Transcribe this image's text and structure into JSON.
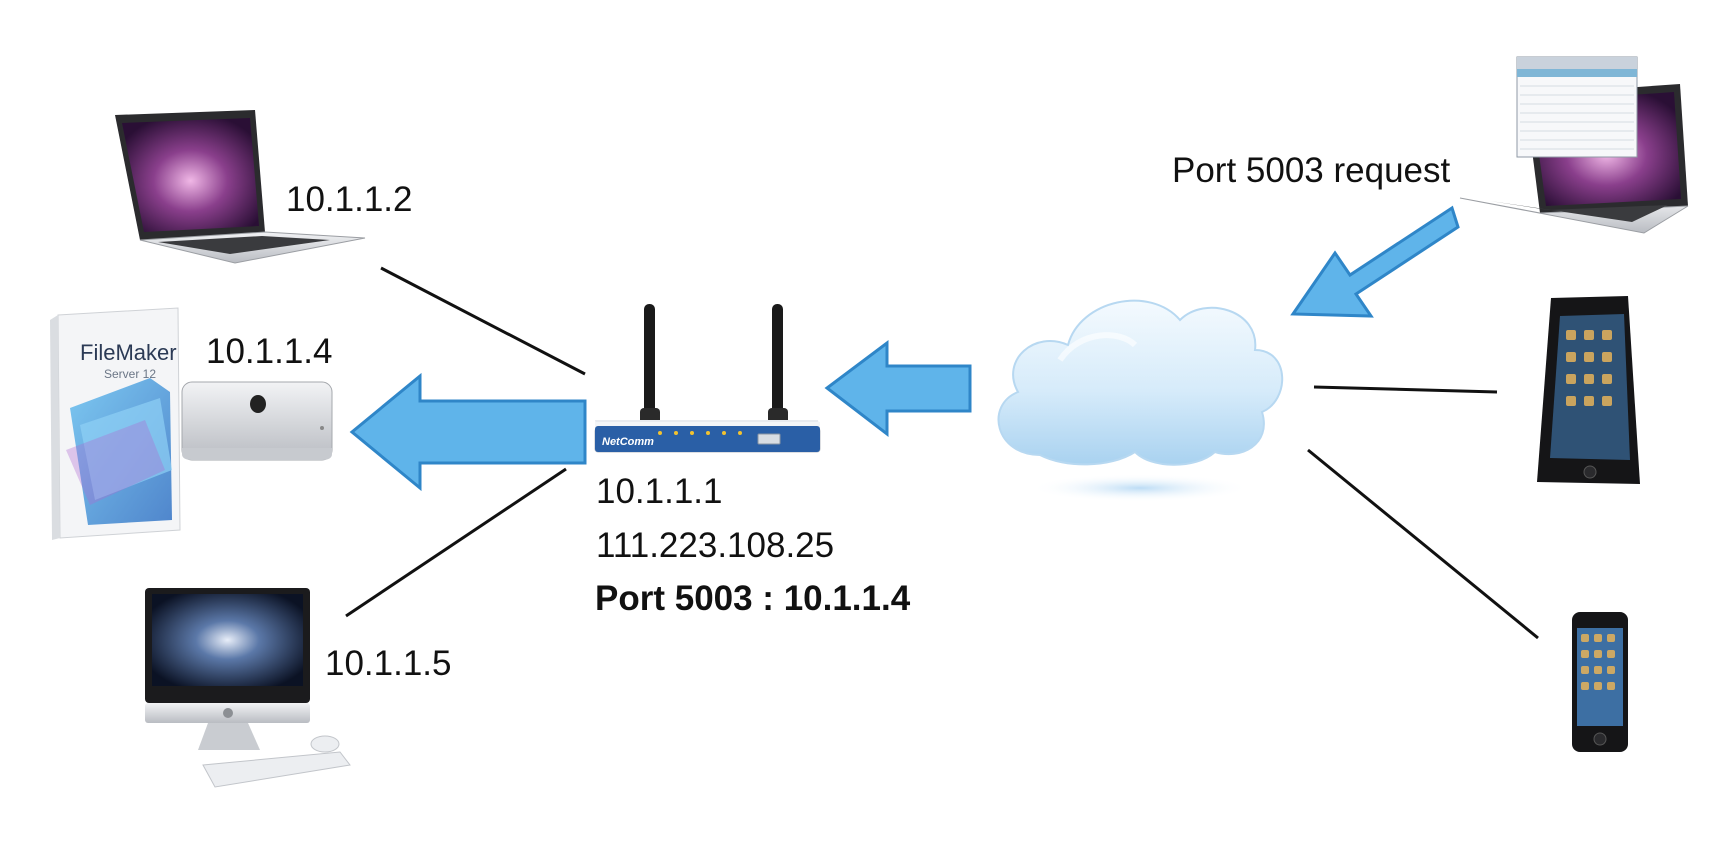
{
  "colors": {
    "arrow_fill": "#5fb4ea",
    "arrow_stroke": "#2f86c8",
    "link_line": "#111111",
    "router_body": "#2a5fa6",
    "cloud": "#cfe6f9"
  },
  "devices": {
    "laptop_left": {
      "ip": "10.1.1.2",
      "icon": "laptop-icon"
    },
    "server": {
      "ip": "10.1.1.4",
      "icon": "mac-mini-icon",
      "software_box": {
        "name": "FileMaker",
        "version": "Server 12",
        "icon": "filemaker-box-icon"
      }
    },
    "imac": {
      "ip": "10.1.1.5",
      "icon": "imac-icon"
    },
    "router": {
      "lan_ip": "10.1.1.1",
      "wan_ip": "111.223.108.25",
      "port_forward": "Port 5003 : 10.1.1.4",
      "brand": "NetComm",
      "icon": "router-icon"
    },
    "cloud": {
      "icon": "cloud-icon"
    },
    "laptop_right": {
      "request_label": "Port 5003 request",
      "icon": "laptop-icon"
    },
    "ipad": {
      "icon": "tablet-icon"
    },
    "iphone": {
      "icon": "phone-icon"
    }
  }
}
